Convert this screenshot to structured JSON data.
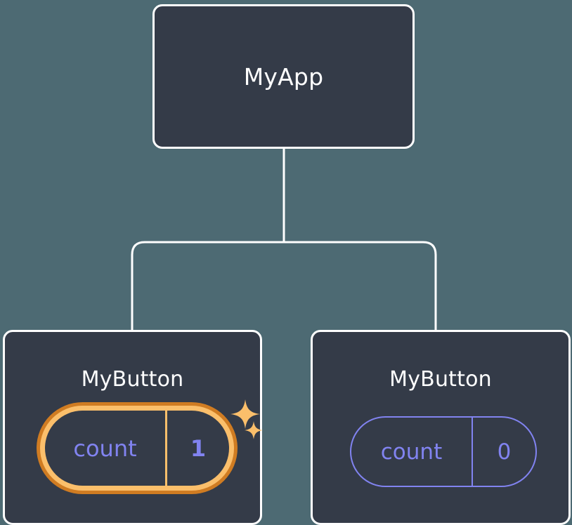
{
  "diagram": {
    "type": "component-tree",
    "background_color": "#4d6a73",
    "node_fill_color": "#343b48",
    "node_border_color": "#ffffff",
    "connector_color": "#ffffff",
    "state_color": "#8183f0",
    "highlight_color_outer": "#d07c22",
    "highlight_color_inner": "#fbbf6b",
    "root": {
      "title": "MyApp"
    },
    "children": [
      {
        "title": "MyButton",
        "state_key": "count",
        "state_value": "1",
        "highlighted": true,
        "sparkles": 2
      },
      {
        "title": "MyButton",
        "state_key": "count",
        "state_value": "0",
        "highlighted": false,
        "sparkles": 0
      }
    ]
  }
}
